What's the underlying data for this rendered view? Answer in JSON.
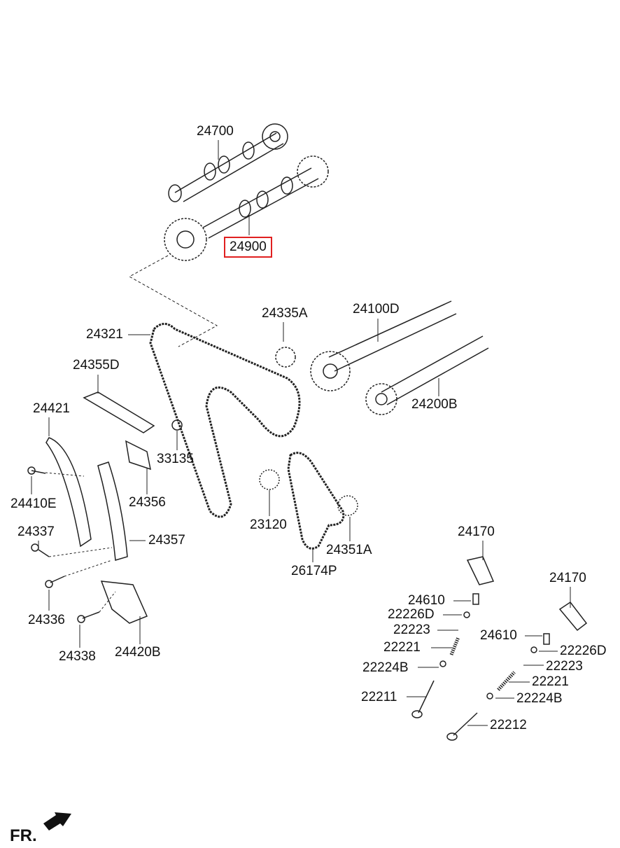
{
  "highlight_color": "#e02020",
  "direction_label": "FR.",
  "direction_icon": "front-arrow-icon",
  "parts": [
    {
      "id": "p1",
      "label": "24700"
    },
    {
      "id": "p2",
      "label": "24900",
      "highlighted": true
    },
    {
      "id": "p3",
      "label": "24335A"
    },
    {
      "id": "p4",
      "label": "24100D"
    },
    {
      "id": "p5",
      "label": "24321"
    },
    {
      "id": "p6",
      "label": "24355D"
    },
    {
      "id": "p7",
      "label": "24200B"
    },
    {
      "id": "p8",
      "label": "24421"
    },
    {
      "id": "p9",
      "label": "33135"
    },
    {
      "id": "p10",
      "label": "24410E"
    },
    {
      "id": "p11",
      "label": "24356"
    },
    {
      "id": "p12",
      "label": "23120"
    },
    {
      "id": "p13",
      "label": "24337"
    },
    {
      "id": "p14",
      "label": "24357"
    },
    {
      "id": "p15",
      "label": "24351A"
    },
    {
      "id": "p16",
      "label": "26174P"
    },
    {
      "id": "p17",
      "label": "24170"
    },
    {
      "id": "p18",
      "label": "24170"
    },
    {
      "id": "p19",
      "label": "24336"
    },
    {
      "id": "p20",
      "label": "24610"
    },
    {
      "id": "p21",
      "label": "22226D"
    },
    {
      "id": "p22",
      "label": "24338"
    },
    {
      "id": "p23",
      "label": "24420B"
    },
    {
      "id": "p24",
      "label": "22223"
    },
    {
      "id": "p25",
      "label": "24610"
    },
    {
      "id": "p26",
      "label": "22226D"
    },
    {
      "id": "p27",
      "label": "22221"
    },
    {
      "id": "p28",
      "label": "22223"
    },
    {
      "id": "p29",
      "label": "22224B"
    },
    {
      "id": "p30",
      "label": "22221"
    },
    {
      "id": "p31",
      "label": "22224B"
    },
    {
      "id": "p32",
      "label": "22211"
    },
    {
      "id": "p33",
      "label": "22212"
    }
  ]
}
